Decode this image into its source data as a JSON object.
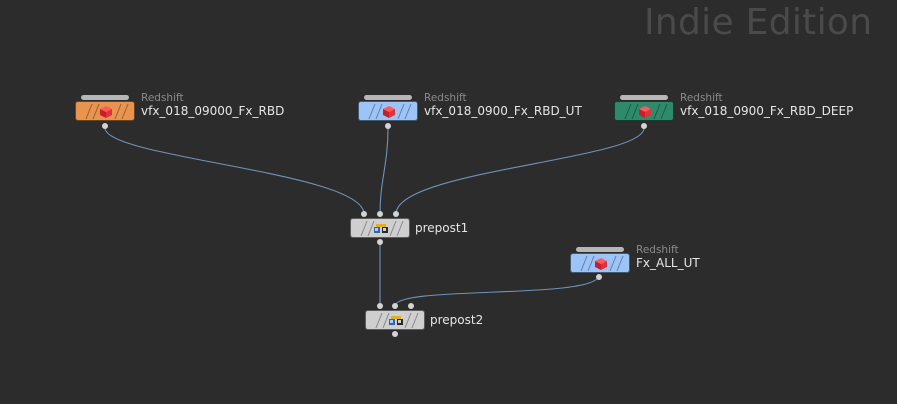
{
  "watermark": "Indie Edition",
  "nodes": {
    "rbd": {
      "type": "Redshift",
      "name": "vfx_018_09000_Fx_RBD",
      "color": "#e8934e",
      "icon": "redshift-cube-icon"
    },
    "rbd_ut": {
      "type": "Redshift",
      "name": "vfx_018_0900_Fx_RBD_UT",
      "color": "#9cc4f8",
      "icon": "redshift-cube-icon"
    },
    "rbd_deep": {
      "type": "Redshift",
      "name": "vfx_018_0900_Fx_RBD_DEEP",
      "color": "#2f8a6c",
      "icon": "redshift-cube-icon"
    },
    "prepost1": {
      "name": "prepost1",
      "color": "#cfcfcf",
      "icon": "prepost-icon"
    },
    "all_ut": {
      "type": "Redshift",
      "name": "Fx_ALL_UT",
      "color": "#9cc4f8",
      "icon": "redshift-cube-icon"
    },
    "prepost2": {
      "name": "prepost2",
      "color": "#cfcfcf",
      "icon": "prepost-icon"
    }
  },
  "wire_color": "#6f93bb"
}
